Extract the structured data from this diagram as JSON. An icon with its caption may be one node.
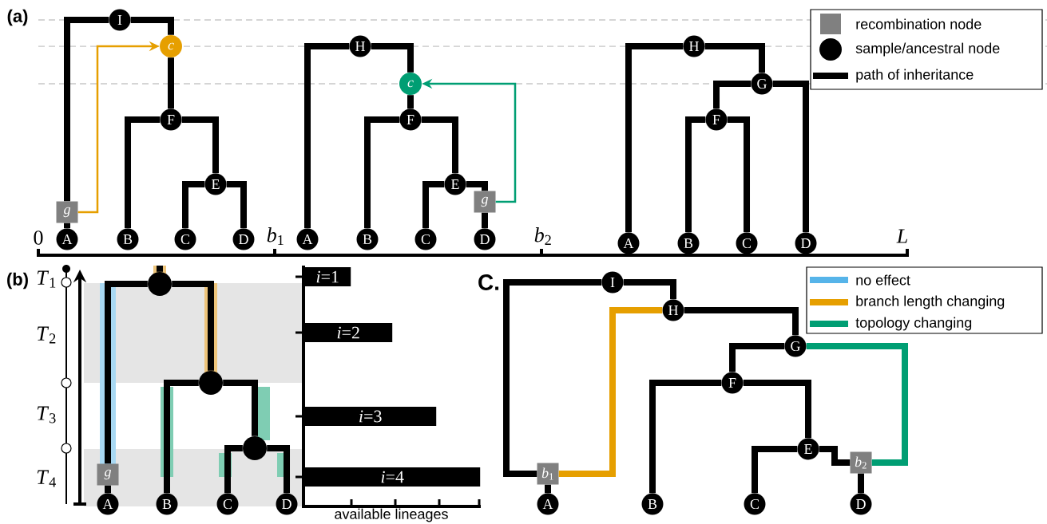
{
  "diagram": {
    "nodes": [
      {
        "text": [
          "A"
        ]
      },
      {
        "text": [
          "B"
        ]
      },
      {
        "text": [
          "C"
        ]
      },
      {
        "text": [
          "D"
        ]
      },
      {
        "text": [
          "E"
        ]
      },
      {
        "text": [
          "F"
        ]
      },
      {
        "text": [
          "c"
        ]
      },
      {
        "text": [
          "I"
        ]
      },
      {
        "text": [
          "g"
        ]
      },
      {
        "text": [
          "A"
        ]
      },
      {
        "text": [
          "B"
        ]
      },
      {
        "text": [
          "C"
        ]
      },
      {
        "text": [
          "D"
        ]
      },
      {
        "text": [
          "E"
        ]
      },
      {
        "text": [
          "F"
        ]
      },
      {
        "text": [
          "c"
        ]
      },
      {
        "text": [
          "H"
        ]
      },
      {
        "text": [
          "g"
        ]
      },
      {
        "text": [
          "A"
        ]
      },
      {
        "text": [
          "B"
        ]
      },
      {
        "text": [
          "C"
        ]
      },
      {
        "text": [
          "D"
        ]
      },
      {
        "text": [
          "F"
        ]
      },
      {
        "text": [
          "G"
        ]
      },
      {
        "text": [
          "H"
        ]
      },
      {
        "text": [],
        "shape": "circle"
      },
      {
        "text": [],
        "shape": "circle"
      },
      {
        "text": [],
        "shape": "circle"
      },
      {
        "text": [
          "g"
        ]
      },
      {
        "text": [
          "A"
        ]
      },
      {
        "text": [
          "B"
        ]
      },
      {
        "text": [
          "C"
        ]
      },
      {
        "text": [
          "D"
        ]
      },
      {
        "text": [
          "*i*=1"
        ]
      },
      {
        "text": [
          "*i*=2"
        ]
      },
      {
        "text": [
          "*i*=3"
        ]
      },
      {
        "text": [
          "*i*=4"
        ]
      },
      {
        "text": [
          "I"
        ]
      },
      {
        "text": [
          "H"
        ]
      },
      {
        "text": [
          "G"
        ]
      },
      {
        "text": [
          "F"
        ]
      },
      {
        "text": [
          "E"
        ]
      },
      {
        "text": [
          "*b*$_{1}$"
        ]
      },
      {
        "text": [
          "*b*$_{2}$"
        ]
      },
      {
        "text": [
          "A"
        ]
      },
      {
        "text": [
          "B"
        ]
      },
      {
        "text": [
          "C"
        ]
      },
      {
        "text": [
          "D"
        ]
      }
    ],
    "edges": [
      {
        "from": 7,
        "to": 8,
        "arrow": "none"
      },
      {
        "from": 8,
        "to": 0,
        "arrow": "none"
      },
      {
        "from": 7,
        "to": 6,
        "arrow": "none"
      },
      {
        "from": 6,
        "to": 5,
        "arrow": "none"
      },
      {
        "from": 5,
        "to": 1,
        "arrow": "none"
      },
      {
        "from": 5,
        "to": 4,
        "arrow": "none"
      },
      {
        "from": 4,
        "to": 2,
        "arrow": "none"
      },
      {
        "from": 4,
        "to": 3,
        "arrow": "none"
      },
      {
        "from": 8,
        "to": 6,
        "arrow": "to",
        "color": "#e69f00"
      },
      {
        "from": 16,
        "to": 9,
        "arrow": "none"
      },
      {
        "from": 16,
        "to": 15,
        "arrow": "none"
      },
      {
        "from": 15,
        "to": 14,
        "arrow": "none"
      },
      {
        "from": 14,
        "to": 10,
        "arrow": "none"
      },
      {
        "from": 14,
        "to": 13,
        "arrow": "none"
      },
      {
        "from": 13,
        "to": 11,
        "arrow": "none"
      },
      {
        "from": 13,
        "to": 17,
        "arrow": "none"
      },
      {
        "from": 17,
        "to": 12,
        "arrow": "none"
      },
      {
        "from": 17,
        "to": 15,
        "arrow": "to",
        "color": "#009e73"
      },
      {
        "from": 24,
        "to": 18,
        "arrow": "none"
      },
      {
        "from": 24,
        "to": 23,
        "arrow": "none"
      },
      {
        "from": 23,
        "to": 22,
        "arrow": "none"
      },
      {
        "from": 23,
        "to": 21,
        "arrow": "none"
      },
      {
        "from": 22,
        "to": 19,
        "arrow": "none"
      },
      {
        "from": 22,
        "to": 20,
        "arrow": "none"
      },
      {
        "from": 25,
        "to": 28,
        "arrow": "none"
      },
      {
        "from": 28,
        "to": 29,
        "arrow": "none"
      },
      {
        "from": 25,
        "to": 26,
        "arrow": "none"
      },
      {
        "from": 26,
        "to": 30,
        "arrow": "none"
      },
      {
        "from": 26,
        "to": 27,
        "arrow": "none"
      },
      {
        "from": 27,
        "to": 31,
        "arrow": "none"
      },
      {
        "from": 27,
        "to": 32,
        "arrow": "none"
      },
      {
        "from": 37,
        "to": 42,
        "arrow": "none"
      },
      {
        "from": 37,
        "to": 38,
        "arrow": "none"
      },
      {
        "from": 38,
        "to": 42,
        "arrow": "none",
        "color": "#e69f00"
      },
      {
        "from": 38,
        "to": 39,
        "arrow": "none"
      },
      {
        "from": 39,
        "to": 40,
        "arrow": "none"
      },
      {
        "from": 39,
        "to": 43,
        "arrow": "none",
        "color": "#009e73"
      },
      {
        "from": 40,
        "to": 45,
        "arrow": "none"
      },
      {
        "from": 40,
        "to": 41,
        "arrow": "none"
      },
      {
        "from": 41,
        "to": 46,
        "arrow": "none"
      },
      {
        "from": 41,
        "to": 43,
        "arrow": "none"
      },
      {
        "from": 42,
        "to": 44,
        "arrow": "none"
      },
      {
        "from": 43,
        "to": 47,
        "arrow": "none"
      },
      {
        "from": null,
        "to": 25,
        "arrow": "none"
      }
    ],
    "labels": [
      "(a)",
      "0",
      "*b*$_{1}$",
      "*b*$_{2}$",
      "*L*",
      "(b)",
      "*T*$_{1}$",
      "*T*$_{2}$",
      "*T*$_{3}$",
      "*T*$_{4}$",
      "available lineages",
      "C."
    ],
    "legend": [
      {
        "text": "recombination node"
      },
      {
        "text": "sample/ancestral node"
      },
      {
        "text": "path of inheritance"
      },
      {
        "text": "no effect",
        "color": "#56b4e9"
      },
      {
        "text": "branch length changing",
        "color": "#e69f00"
      },
      {
        "text": "topology changing",
        "color": "#009e73"
      }
    ]
  }
}
